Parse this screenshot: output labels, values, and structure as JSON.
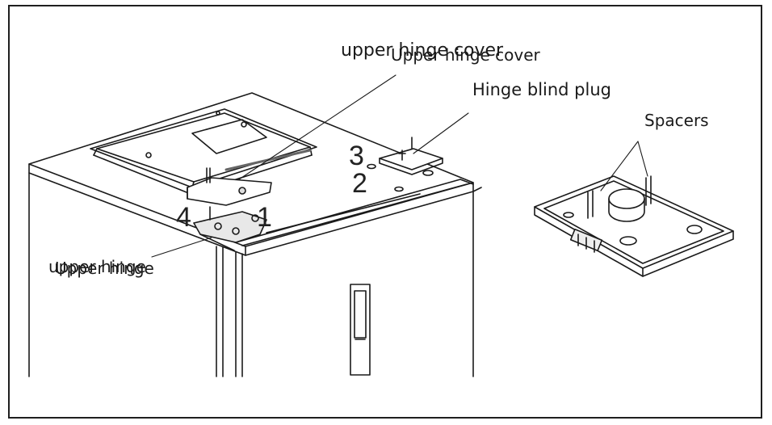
{
  "labels": {
    "upper_hinge_cover_overlap_a": "upper hinge cover",
    "upper_hinge_cover_overlap_b": "Upper hinge cover",
    "hinge_blind_plug": "Hinge blind plug",
    "spacers": "Spacers",
    "upper_hinge_overlap_a": "upper hinge",
    "upper_hinge_overlap_b": "Upper hinge"
  },
  "numbers": {
    "n1": "1",
    "n2": "2",
    "n3": "3",
    "n4": "4"
  },
  "colors": {
    "line": "#1a1a1a",
    "fill": "#ffffff",
    "shade": "#d9d9d9"
  }
}
